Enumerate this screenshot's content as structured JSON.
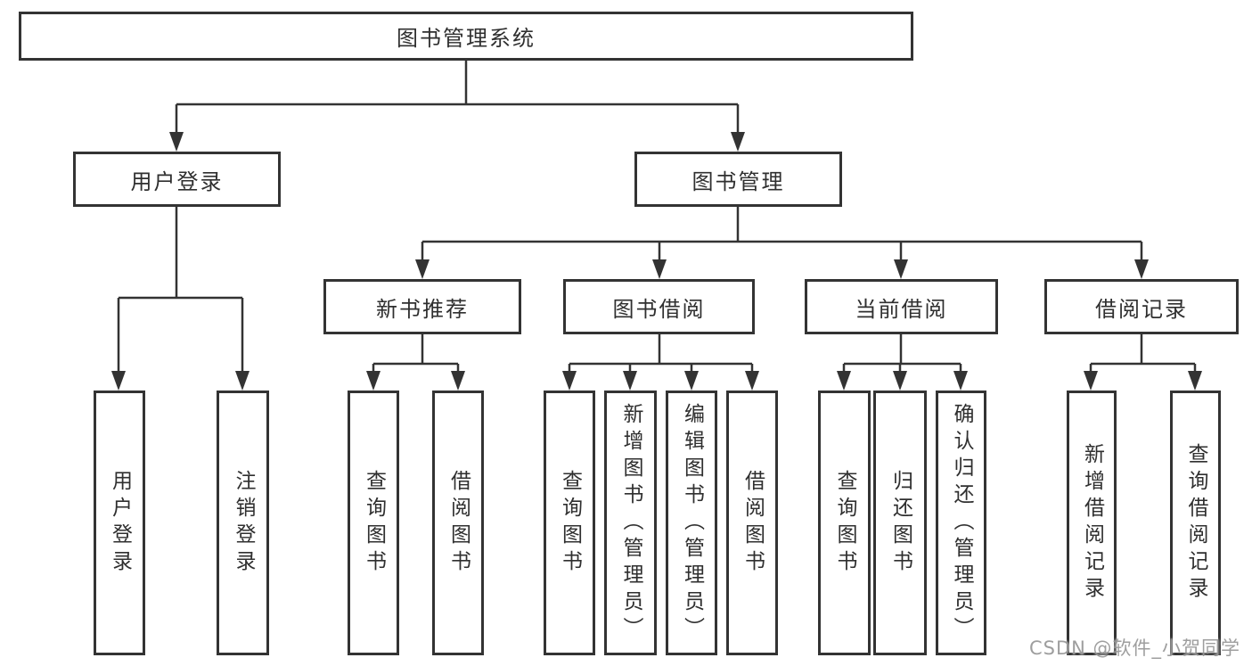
{
  "diagram": {
    "title": "图书管理系统",
    "root": {
      "label": "图书管理系统"
    },
    "level2": [
      {
        "label": "用户登录"
      },
      {
        "label": "图书管理"
      }
    ],
    "level3": [
      {
        "label": "新书推荐"
      },
      {
        "label": "图书借阅"
      },
      {
        "label": "当前借阅"
      },
      {
        "label": "借阅记录"
      }
    ],
    "leaves": [
      {
        "label": "用户登录",
        "parent": "用户登录"
      },
      {
        "label": "注销登录",
        "parent": "用户登录"
      },
      {
        "label": "查询图书",
        "parent": "新书推荐"
      },
      {
        "label": "借阅图书",
        "parent": "新书推荐"
      },
      {
        "label": "查询图书",
        "parent": "图书借阅"
      },
      {
        "label": "新增图书（管理员）",
        "parent": "图书借阅"
      },
      {
        "label": "编辑图书（管理员）",
        "parent": "图书借阅"
      },
      {
        "label": "借阅图书",
        "parent": "图书借阅"
      },
      {
        "label": "查询图书",
        "parent": "当前借阅"
      },
      {
        "label": "归还图书",
        "parent": "当前借阅"
      },
      {
        "label": "确认归还（管理员）",
        "parent": "当前借阅"
      },
      {
        "label": "新增借阅记录",
        "parent": "借阅记录"
      },
      {
        "label": "查询借阅记录",
        "parent": "借阅记录"
      }
    ],
    "colors": {
      "line": "#333333",
      "box_border": "#333333",
      "text": "#2f2f2f",
      "watermark": "#949494",
      "background": "#ffffff"
    }
  },
  "watermark": {
    "text": "CSDN @软件_小贺同学"
  }
}
